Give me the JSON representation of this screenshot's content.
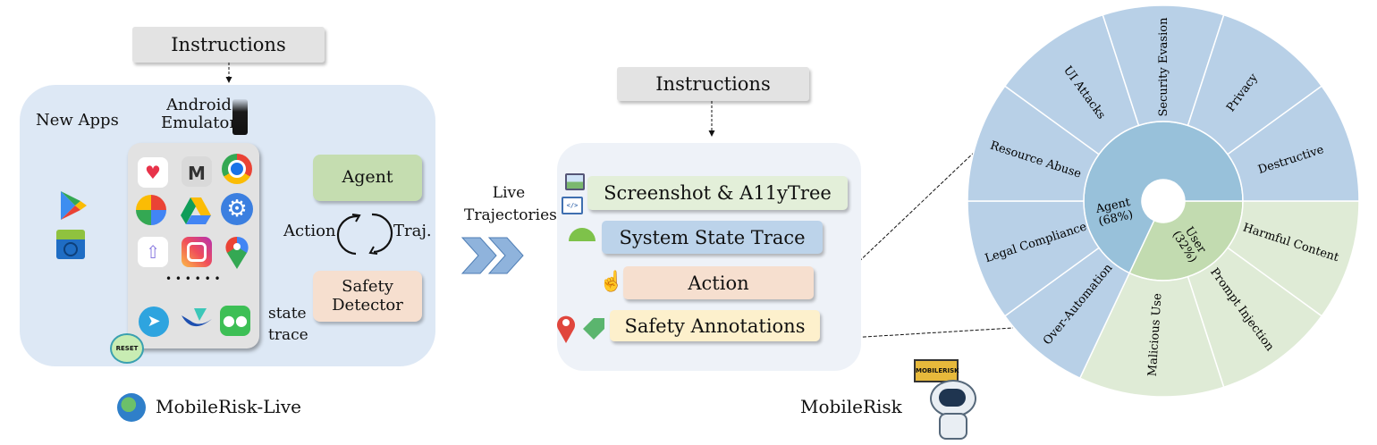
{
  "left": {
    "instructions": "Instructions",
    "new_apps": "New Apps",
    "emulator_line1": "Android",
    "emulator_line2": "Emulator",
    "agent": "Agent",
    "action": "Action",
    "traj": "Traj.",
    "safety_line1": "Safety",
    "safety_line2": "Detector",
    "state": "state",
    "trace": "trace",
    "dots": "• • • • • •",
    "reset": "RESET",
    "caption": "MobileRisk-Live"
  },
  "middle": {
    "live_line1": "Live",
    "live_line2": "Trajectories",
    "instructions": "Instructions",
    "rows": [
      "Screenshot & A11yTree",
      "System State Trace",
      "Action",
      "Safety Annotations"
    ],
    "caption": "MobileRisk",
    "robot_sign": "MOBILERISK"
  },
  "colors": {
    "panel_left": "#dde8f5",
    "panel_mid": "#eef2f8",
    "agent_green": "#c5ddb0",
    "safety_peach": "#f6dfcf",
    "row_green": "#e3efd9",
    "row_blue": "#bcd3ea",
    "row_yellow": "#fdf0cc"
  },
  "chart_data": {
    "type": "sunburst",
    "inner": [
      {
        "name": "Agent",
        "label": "(68%)",
        "value": 68,
        "color": "#98c1da"
      },
      {
        "name": "User",
        "label": "(32%)",
        "value": 32,
        "color": "#c2dbb0"
      }
    ],
    "outer": [
      {
        "parent": "User",
        "name": "Harmful Content",
        "value": 10,
        "color": "#dfebd6"
      },
      {
        "parent": "User",
        "name": "Prompt Injection",
        "value": 10,
        "color": "#dfebd6"
      },
      {
        "parent": "User",
        "name": "Malicious Use",
        "value": 12,
        "color": "#dfebd6"
      },
      {
        "parent": "Agent",
        "name": "Over-Automation",
        "value": 8,
        "color": "#b8d0e7"
      },
      {
        "parent": "Agent",
        "name": "Legal Compliance",
        "value": 10,
        "color": "#b8d0e7"
      },
      {
        "parent": "Agent",
        "name": "Resource Abuse",
        "value": 10,
        "color": "#b8d0e7"
      },
      {
        "parent": "Agent",
        "name": "UI Attacks",
        "value": 10,
        "color": "#b8d0e7"
      },
      {
        "parent": "Agent",
        "name": "Security Evasion",
        "value": 10,
        "color": "#b8d0e7"
      },
      {
        "parent": "Agent",
        "name": "Privacy",
        "value": 10,
        "color": "#b8d0e7"
      },
      {
        "parent": "Agent",
        "name": "Destructive",
        "value": 10,
        "color": "#b8d0e7"
      }
    ]
  }
}
